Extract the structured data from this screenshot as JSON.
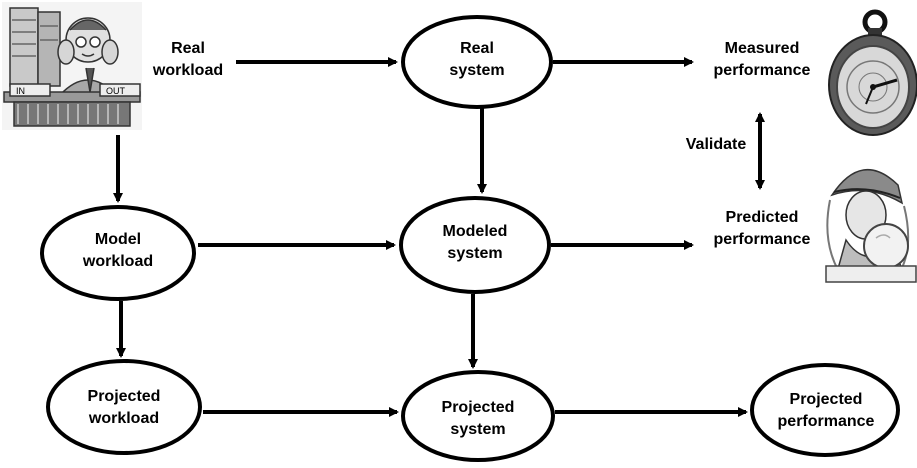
{
  "nodes": {
    "real_workload": {
      "line1": "Real",
      "line2": "workload"
    },
    "real_system": {
      "line1": "Real",
      "line2": "system"
    },
    "measured_performance": {
      "line1": "Measured",
      "line2": "performance"
    },
    "model_workload": {
      "line1": "Model",
      "line2": "workload"
    },
    "modeled_system": {
      "line1": "Modeled",
      "line2": "system"
    },
    "predicted_performance": {
      "line1": "Predicted",
      "line2": "performance"
    },
    "projected_workload": {
      "line1": "Projected",
      "line2": "workload"
    },
    "projected_system": {
      "line1": "Projected",
      "line2": "system"
    },
    "projected_performance": {
      "line1": "Projected",
      "line2": "performance"
    }
  },
  "edge_labels": {
    "validate": "Validate"
  },
  "clipart": {
    "workload_worker": "office-worker-in-out-tray-icon",
    "stopwatch": "stopwatch-icon",
    "fortune_teller": "fortune-teller-crystal-ball-icon",
    "in_tray": "IN",
    "out_tray": "OUT"
  },
  "colors": {
    "stroke": "#000000",
    "fill": "#ffffff"
  }
}
